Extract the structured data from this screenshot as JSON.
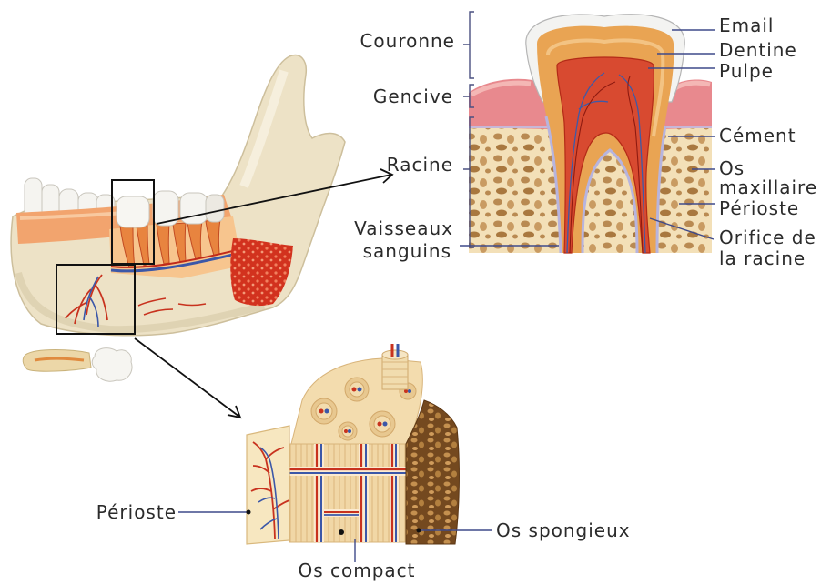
{
  "tooth_section": {
    "couronne": "Couronne",
    "gencive": "Gencive",
    "racine": "Racine",
    "vaisseaux_sanguins": [
      "Vaisseaux",
      "sanguins"
    ],
    "email": "Email",
    "dentine": "Dentine",
    "pulpe": "Pulpe",
    "cement": "Cément",
    "os_maxillaire": [
      "Os",
      "maxillaire"
    ],
    "perioste": "Périoste",
    "orifice_racine": [
      "Orifice de",
      "la racine"
    ]
  },
  "bone_section": {
    "perioste": "Périoste",
    "os_spongieux": "Os spongieux",
    "os_compact": "Os compact"
  },
  "colors": {
    "enamel": "#f3f3f1",
    "dentine": "#e9a453",
    "pulp": "#d84a30",
    "gum": "#e8898e",
    "jaw_bone": "#ede2c6",
    "leader": "#3f4a8a"
  }
}
